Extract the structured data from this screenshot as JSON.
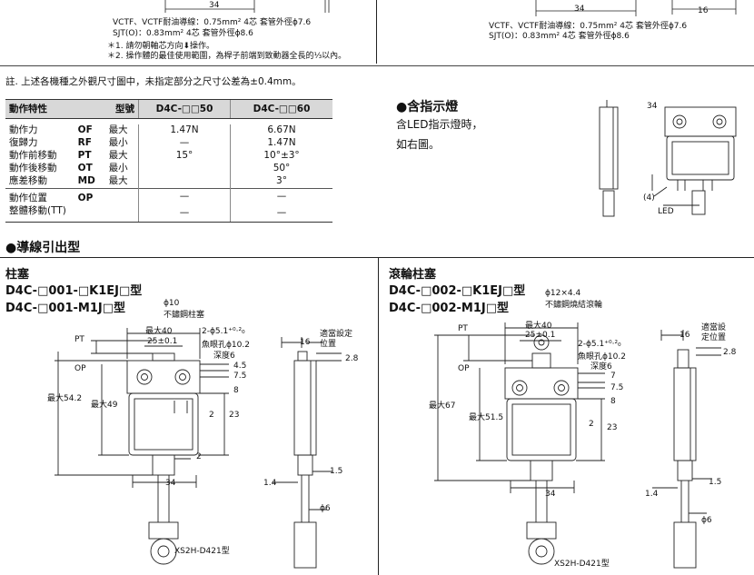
{
  "top": {
    "left_dim": "34",
    "left_cable1": "VCTF、VCTF耐油導線：0.75mm² 4芯 套管外徑ϕ7.6",
    "left_cable2": "SJT(O)：0.83mm² 4芯 套管外徑ϕ8.6",
    "note1": "＊1. 請勿朝軸芯方向⬇操作。",
    "note2": "＊2. 操作體的最佳使用範圍，為桿子前端到致動器全長的⅓以內。",
    "right_dim34": "34",
    "right_dim16": "16",
    "right_cable1": "VCTF、VCTF耐油導線：0.75mm² 4芯 套管外徑ϕ7.6",
    "right_cable2": "SJT(O)：0.83mm² 4芯 套管外徑ϕ8.6"
  },
  "tolerance_note": "註. 上述各機種之外觀尺寸圖中，未指定部分之尺寸公差為±0.4mm。",
  "spec_table": {
    "headers": [
      "動作特性",
      "型號",
      "D4C-□□50",
      "D4C-□□60"
    ],
    "rows": [
      {
        "name": "動作力",
        "code": "OF",
        "q": "最大",
        "v50": "1.47N",
        "v60": "6.67N"
      },
      {
        "name": "復歸力",
        "code": "RF",
        "q": "最小",
        "v50": "—",
        "v60": "1.47N"
      },
      {
        "name": "動作前移動",
        "code": "PT",
        "q": "最大",
        "v50": "15°",
        "v60": "10°±3°"
      },
      {
        "name": "動作後移動",
        "code": "OT",
        "q": "最小",
        "v50": "",
        "v60": "50°"
      },
      {
        "name": "應差移動",
        "code": "MD",
        "q": "最大",
        "v50": "",
        "v60": "3°"
      },
      {
        "name": "動作位置",
        "code": "OP",
        "q": "",
        "v50": "—",
        "v60": "—"
      },
      {
        "name": "整體移動(TT)",
        "code": "",
        "q": "",
        "v50": "—",
        "v60": "—"
      }
    ]
  },
  "indicator": {
    "title": "●含指示燈",
    "line1": "含LED指示燈時，",
    "line2": "如右圖。",
    "dim34": "34",
    "dim4": "(4)",
    "led": "LED"
  },
  "section_title": "●導線引出型",
  "left_block": {
    "category": "柱塞",
    "model1": "D4C-□001-□K1EJ□型",
    "model2": "D4C-□001-M1J□型",
    "plunger": "ϕ10",
    "plunger2": "不鏽鋼柱塞",
    "pt": "PT",
    "op": "OP",
    "max40": "最大40",
    "w25": "25±0.1",
    "holes": "2-ϕ5.1⁺⁰·²₀",
    "cbore": "魚眼孔ϕ10.2",
    "depth": "深度6",
    "max542": "最大54.2",
    "max49": "最大49",
    "d45": "4.5",
    "d75": "7.5",
    "d8": "8",
    "d2": "2",
    "d23": "23",
    "d2b": "2",
    "d34": "34",
    "d16": "16",
    "set1": "適當設定",
    "set2": "位置",
    "d28": "2.8",
    "d14": "1.4",
    "d15": "1.5",
    "d6": "ϕ6",
    "connector": "XS2H-D421型"
  },
  "right_block": {
    "category": "滾輪柱塞",
    "model1": "D4C-□002-□K1EJ□型",
    "model2": "D4C-□002-M1J□型",
    "roller1": "ϕ12×4.4",
    "roller2": "不鏽鋼燒結滾輪",
    "pt": "PT",
    "op": "OP",
    "max40": "最大40",
    "w25": "25±0.1",
    "holes": "2-ϕ5.1⁺⁰·²₀",
    "cbore": "魚眼孔ϕ10.2",
    "depth": "深度6",
    "max67": "最大67",
    "max515": "最大51.5",
    "d7": "7",
    "d75": "7.5",
    "d8": "8",
    "d2": "2",
    "d23": "23",
    "d34": "34",
    "d16": "16",
    "set1": "適當設",
    "set2": "定位置",
    "d28": "2.8",
    "d14": "1.4",
    "d15": "1.5",
    "d6": "ϕ6",
    "connector": "XS2H-D421型"
  }
}
